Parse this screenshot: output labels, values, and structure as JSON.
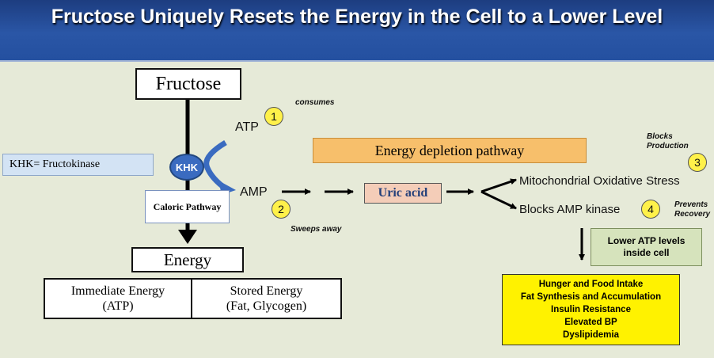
{
  "title": "Fructose Uniquely Resets the Energy in the Cell to a Lower Level",
  "fructose": "Fructose",
  "khk_def": "KHK= Fructokinase",
  "khk": "KHK",
  "caloric_pathway": "Caloric Pathway",
  "atp": "ATP",
  "amp": "AMP",
  "consumes": "consumes",
  "sweeps_away": "Sweeps away",
  "energy_depletion": "Energy depletion pathway",
  "uric_acid": "Uric acid",
  "mito_stress": "Mitochondrial Oxidative Stress",
  "blocks_amp": "Blocks AMP kinase",
  "blocks_production": "Blocks Production",
  "prevents_recovery": "Prevents Recovery",
  "badges": [
    "1",
    "2",
    "3",
    "4"
  ],
  "energy": "Energy",
  "immediate_energy": "Immediate Energy (ATP)",
  "stored_energy": "Stored Energy (Fat, Glycogen)",
  "lower_atp": "Lower ATP levels inside cell",
  "effects": [
    "Hunger and Food Intake",
    "Fat Synthesis and Accumulation",
    "Insulin Resistance",
    "Elevated BP",
    "Dyslipidemia"
  ],
  "colors": {
    "header": "#2a56a6",
    "background": "#e6ead8",
    "khk_circle": "#3a6bc0",
    "energy_pathway": "#f7bf6b",
    "uric_acid": "#f4cdb8",
    "lower_atp": "#d6e3bc",
    "effects_box": "#fff200",
    "badge": "#fff14a",
    "khk_def_box": "#d3e3f4"
  }
}
